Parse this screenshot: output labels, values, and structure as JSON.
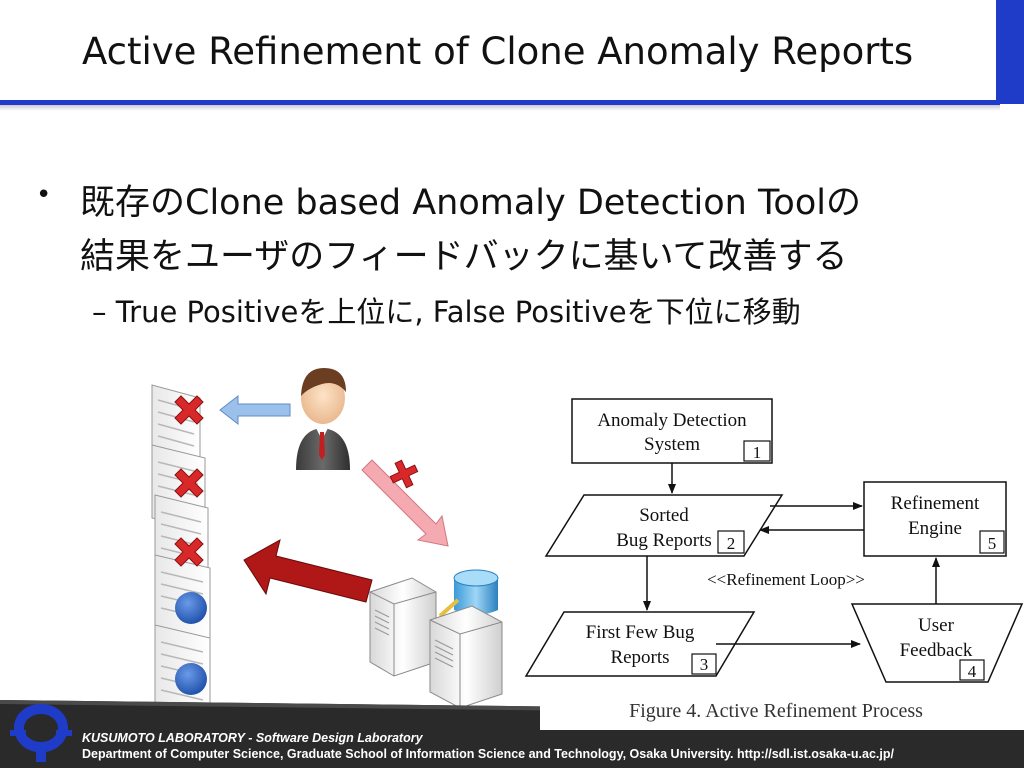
{
  "slide": {
    "title": "Active Refinement of Clone Anomaly Reports",
    "bullet_line1": "既存のClone based Anomaly Detection Toolの",
    "bullet_line2": "結果をユーザのフィードバックに基いて改善する",
    "sub_bullet": "– True Positiveを上位に, False Positiveを下位に移動",
    "bullet_symbol": "•"
  },
  "figure": {
    "nodes": {
      "anomaly_line1": "Anomaly Detection",
      "anomaly_line2": "System",
      "anomaly_num": "1",
      "sorted_line1": "Sorted",
      "sorted_line2": "Bug Reports",
      "sorted_num": "2",
      "first_line1": "First Few Bug",
      "first_line2": "Reports",
      "first_num": "3",
      "user_line1": "User",
      "user_line2": "Feedback",
      "user_num": "4",
      "engine_line1": "Refinement",
      "engine_line2": "Engine",
      "engine_num": "5"
    },
    "loop_label": "<<Refinement Loop>>",
    "caption": "Figure 4.    Active Refinement Process"
  },
  "illustration": {
    "report_marks": [
      "false-positive",
      "false-positive",
      "false-positive",
      "true-positive",
      "true-positive"
    ],
    "colors": {
      "cross": "#d9282a",
      "dot": "#2a62c8",
      "feedback_arrow": "#8fb4e6",
      "reject_arrow": "#f2a2a8",
      "reorder_arrow": "#b01818"
    }
  },
  "footer": {
    "lab": "KUSUMOTO LABORATORY - Software Design Laboratory",
    "dept": "Department of Computer Science, Graduate School of Information Science and Technology, Osaka University.  http://sdl.ist.osaka-u.ac.jp/"
  },
  "colors": {
    "accent": "#1e3cc8",
    "footer_dark": "#2a2a2a"
  }
}
